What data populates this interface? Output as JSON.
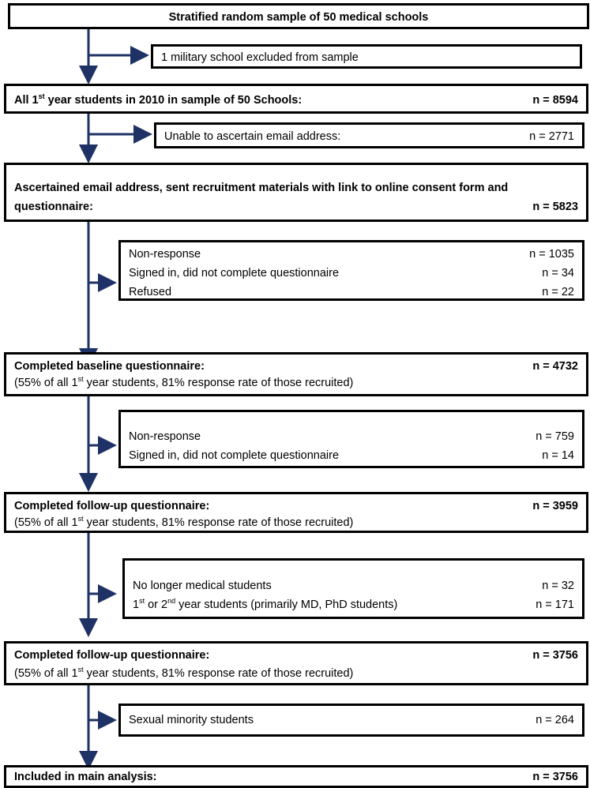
{
  "flow": {
    "box1": {
      "text": "Stratified random sample of 50 medical schools"
    },
    "excl1": {
      "text": "1 military school excluded from sample"
    },
    "box2": {
      "label_pre": "All 1",
      "label_sup": "st",
      "label_post": " year students in 2010 in sample of 50 Schools:",
      "n": "n = 8594"
    },
    "excl2": {
      "label": "Unable to ascertain email address:",
      "n": "n = 2771"
    },
    "box3": {
      "line1": "Ascertained email address, sent recruitment materials with link to online consent form and",
      "line2": "questionnaire:",
      "n": "n  = 5823"
    },
    "excl3": {
      "items": [
        {
          "label": "Non-response",
          "n": "n = 1035"
        },
        {
          "label": "Signed in, did not complete questionnaire",
          "n": "n = 34"
        },
        {
          "label": "Refused",
          "n": "n = 22"
        }
      ]
    },
    "box4": {
      "title": "Completed baseline questionnaire:",
      "n": "n = 4732",
      "sub_pre": "(55% of all 1",
      "sub_sup": "st",
      "sub_post": " year students, 81% response rate of those recruited)"
    },
    "excl4": {
      "items": [
        {
          "label": "Non-response",
          "n": "n = 759"
        },
        {
          "label": "Signed in, did not complete questionnaire",
          "n": "n = 14"
        }
      ]
    },
    "box5": {
      "title": "Completed follow-up questionnaire:",
      "n": "n = 3959",
      "sub_pre": "(55% of all 1",
      "sub_sup": "st",
      "sub_post": " year students, 81% response rate of those recruited)"
    },
    "excl5": {
      "item1": {
        "label": "No longer medical students",
        "n": "n = 32"
      },
      "item2": {
        "pre": "1",
        "sup1": "st",
        "mid": " or 2",
        "sup2": "nd",
        "post": " year students (primarily MD, PhD students)",
        "n": "n = 171"
      }
    },
    "box6": {
      "title": "Completed follow-up questionnaire:",
      "n": "n = 3756",
      "sub_pre": "(55% of all 1",
      "sub_sup": "st",
      "sub_post": " year students, 81% response rate of those recruited)"
    },
    "excl6": {
      "label": "Sexual minority  students",
      "n": "n = 264"
    },
    "box7": {
      "label": "Included in main analysis:",
      "n": "n = 3756"
    }
  },
  "colors": {
    "arrow": "#1f3266",
    "border": "#000000"
  }
}
